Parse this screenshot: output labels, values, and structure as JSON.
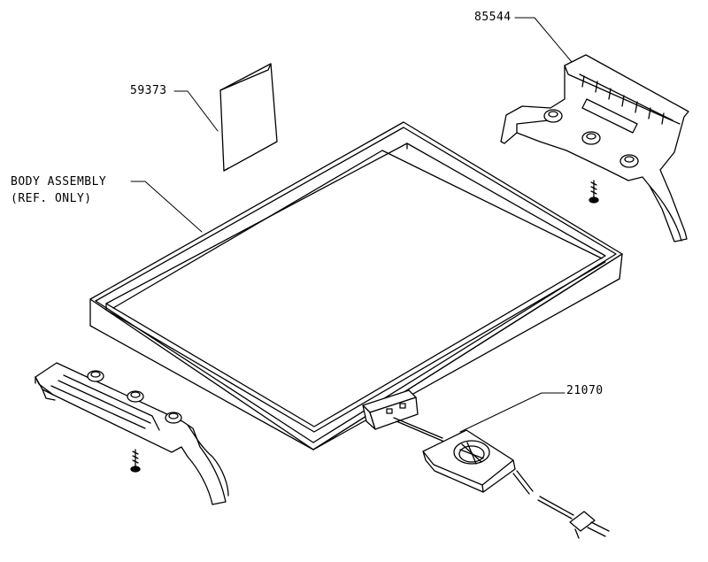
{
  "callouts": {
    "part_85544": "85544",
    "part_59373": "59373",
    "body_line1": "BODY ASSEMBLY",
    "body_line2": "(REF. ONLY)",
    "part_21070": "21070"
  },
  "colors": {
    "ink": "#000000",
    "paper": "#ffffff"
  }
}
